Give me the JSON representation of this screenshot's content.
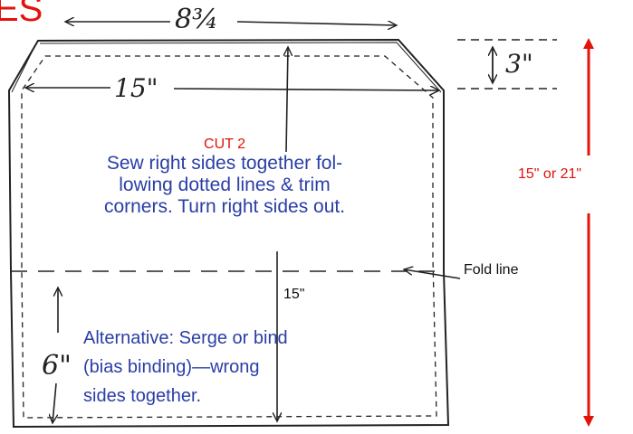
{
  "header": {
    "title_fragment": "ES"
  },
  "labels": {
    "top_width": "8¾",
    "inner_width": "15\"",
    "top_depth": "3\"",
    "cut": "CUT 2",
    "instructions": [
      "Sew right sides together fol-",
      "lowing dotted lines & trim",
      "corners. Turn right sides out."
    ],
    "length": "15\" or 21\"",
    "fold_line": "Fold line",
    "center_length": "15\"",
    "alternative": [
      "Alternative: Serge or bind",
      "(bias binding)—wrong",
      "sides together."
    ],
    "bottom_depth": "6\""
  },
  "colors": {
    "red": "#e3120b",
    "blue": "#2a3ea6",
    "ink": "#222222"
  }
}
